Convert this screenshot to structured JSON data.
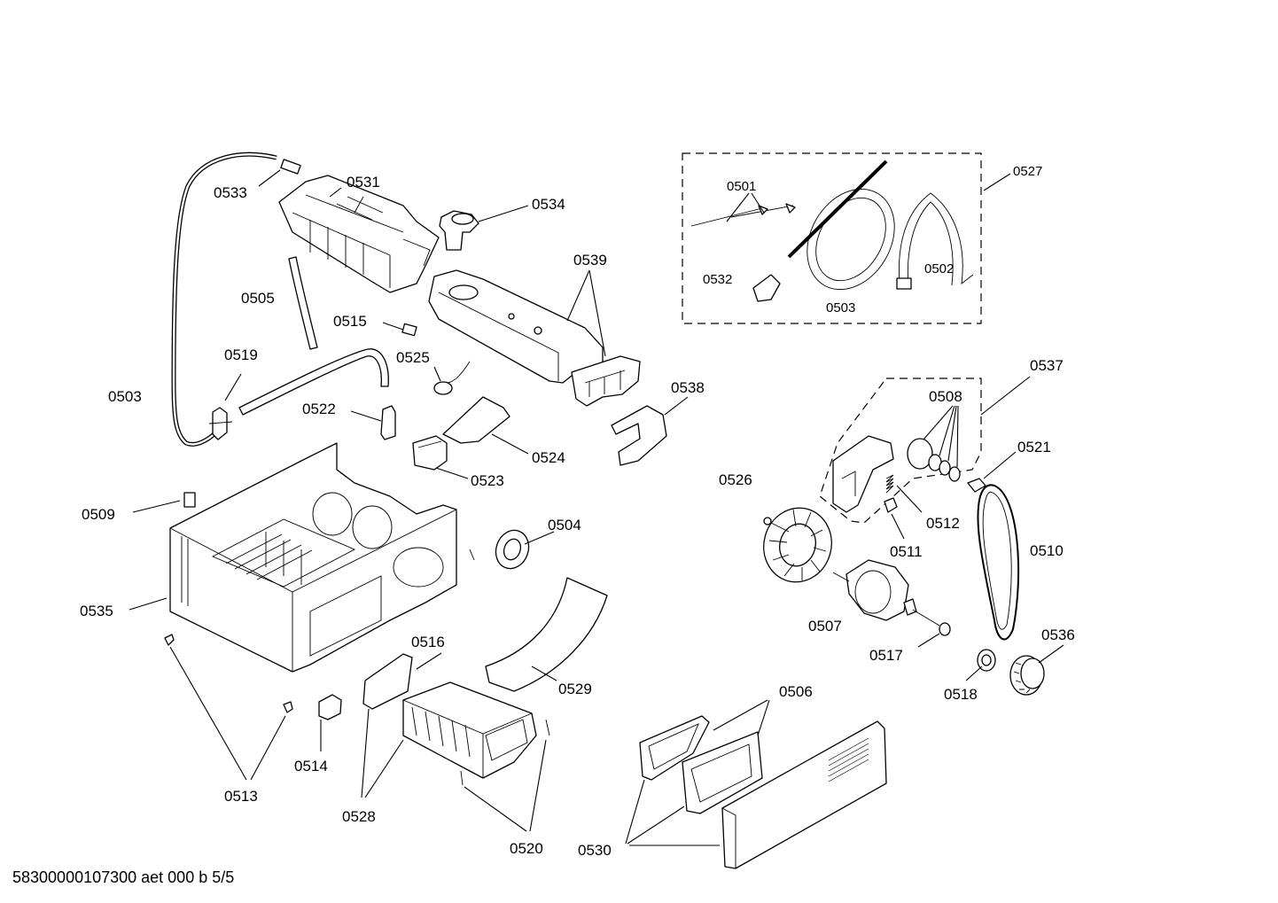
{
  "footer": "58300000107300 aet 000 b 5/5",
  "labels": {
    "p0501": "0501",
    "p0502": "0502",
    "p0503a": "0503",
    "p0503b": "0503",
    "p0504": "0504",
    "p0505": "0505",
    "p0506": "0506",
    "p0507": "0507",
    "p0508": "0508",
    "p0509": "0509",
    "p0510": "0510",
    "p0511": "0511",
    "p0512": "0512",
    "p0513": "0513",
    "p0514": "0514",
    "p0515": "0515",
    "p0516": "0516",
    "p0517": "0517",
    "p0518": "0518",
    "p0519": "0519",
    "p0520": "0520",
    "p0521": "0521",
    "p0522": "0522",
    "p0523": "0523",
    "p0524": "0524",
    "p0525": "0525",
    "p0526": "0526",
    "p0527": "0527",
    "p0528": "0528",
    "p0529": "0529",
    "p0530": "0530",
    "p0531": "0531",
    "p0532": "0532",
    "p0533": "0533",
    "p0534": "0534",
    "p0535": "0535",
    "p0536": "0536",
    "p0537": "0537",
    "p0538": "0538",
    "p0539": "0539"
  }
}
